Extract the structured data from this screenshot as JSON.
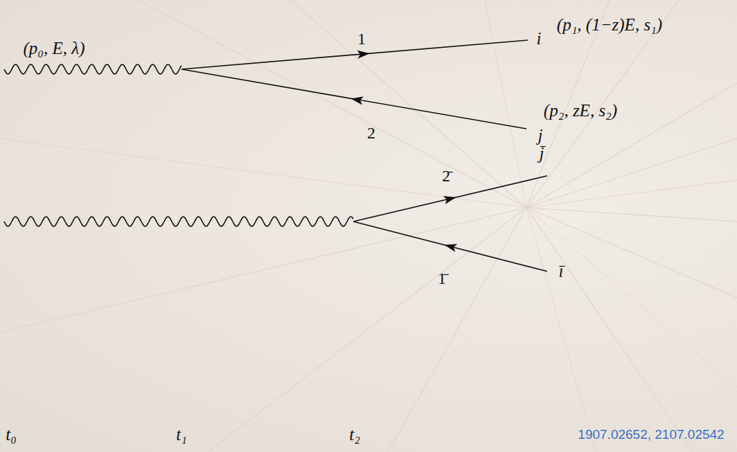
{
  "diagram": {
    "labels": [
      "(p₀, E, λ)",
      "(p₁, (1−z)E, s₁)",
      "i",
      "1",
      "2",
      "(p₂, zE, s₂)",
      "j",
      "j̄",
      "2̄",
      "1̄",
      "ī",
      "t₀",
      "t₁",
      "t₂",
      "1907.02652, 2107.02542"
    ]
  }
}
